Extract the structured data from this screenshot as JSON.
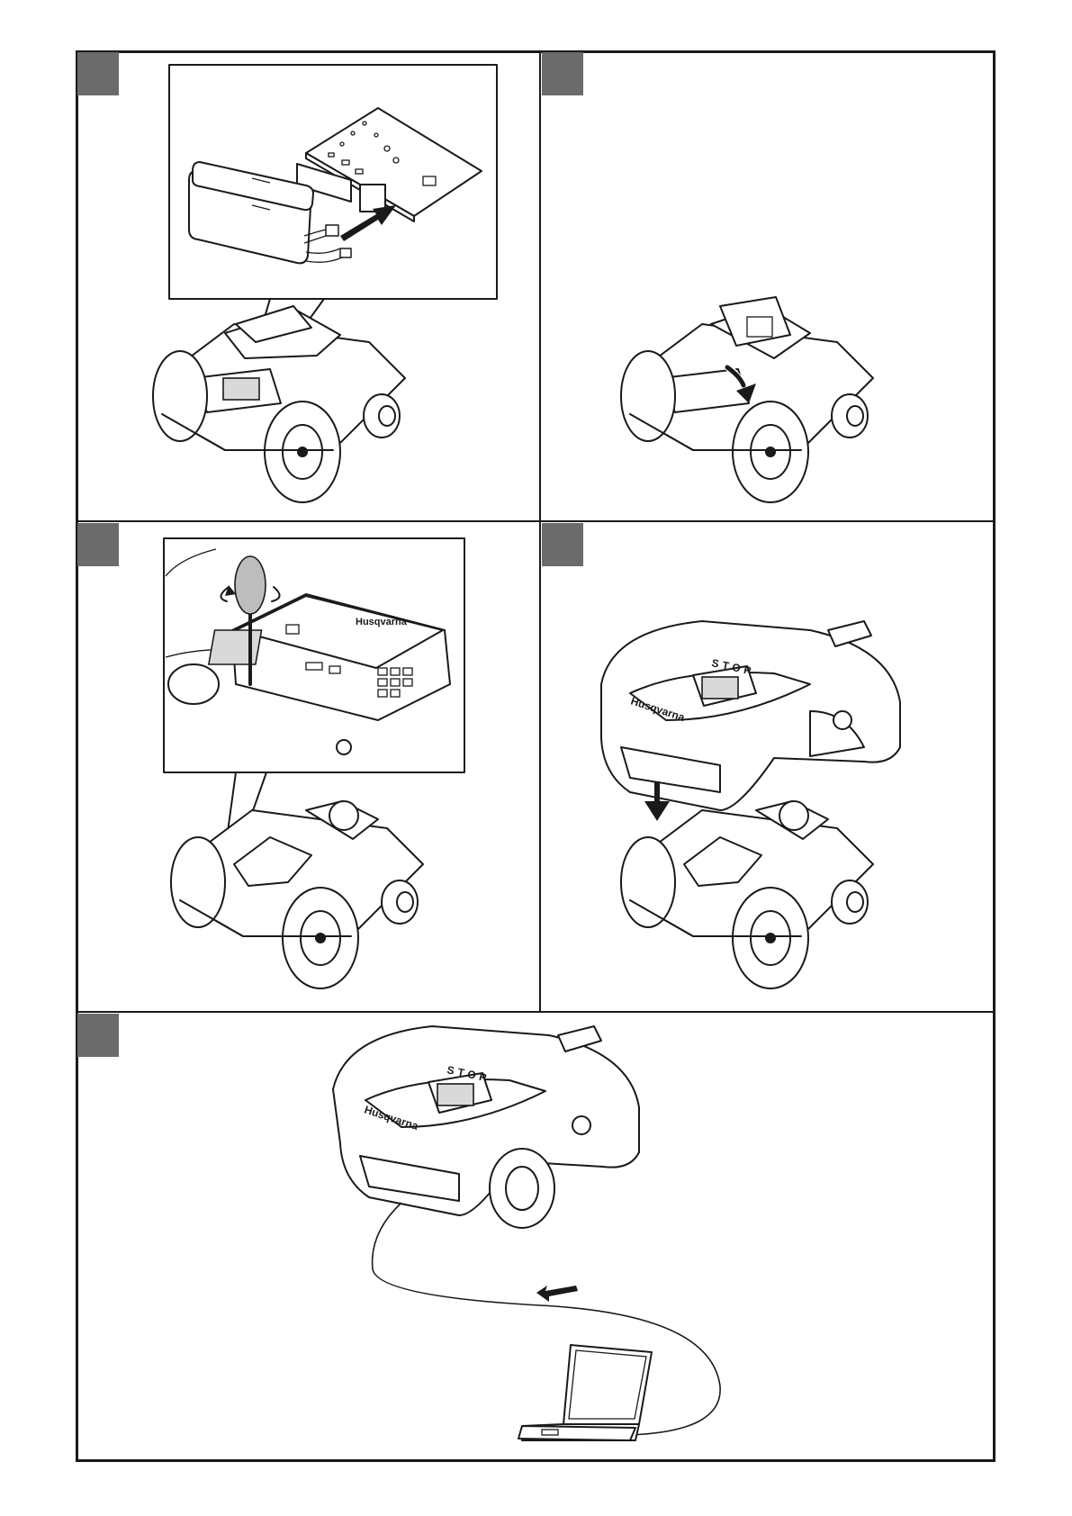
{
  "brand": "Husqvarna",
  "colors": {
    "frame": "#1a1a1a",
    "step_marker": "#6b6b6b",
    "background": "#ffffff"
  },
  "panels": [
    {
      "id": "step-1",
      "icon": "battery-connect-illustration"
    },
    {
      "id": "step-2",
      "icon": "battery-insert-illustration"
    },
    {
      "id": "step-3",
      "icon": "screwdriver-tighten-illustration"
    },
    {
      "id": "step-4",
      "icon": "body-lowering-illustration"
    },
    {
      "id": "step-5",
      "icon": "laptop-connection-illustration"
    }
  ],
  "mower_body": {
    "stop_label": "STOP"
  }
}
